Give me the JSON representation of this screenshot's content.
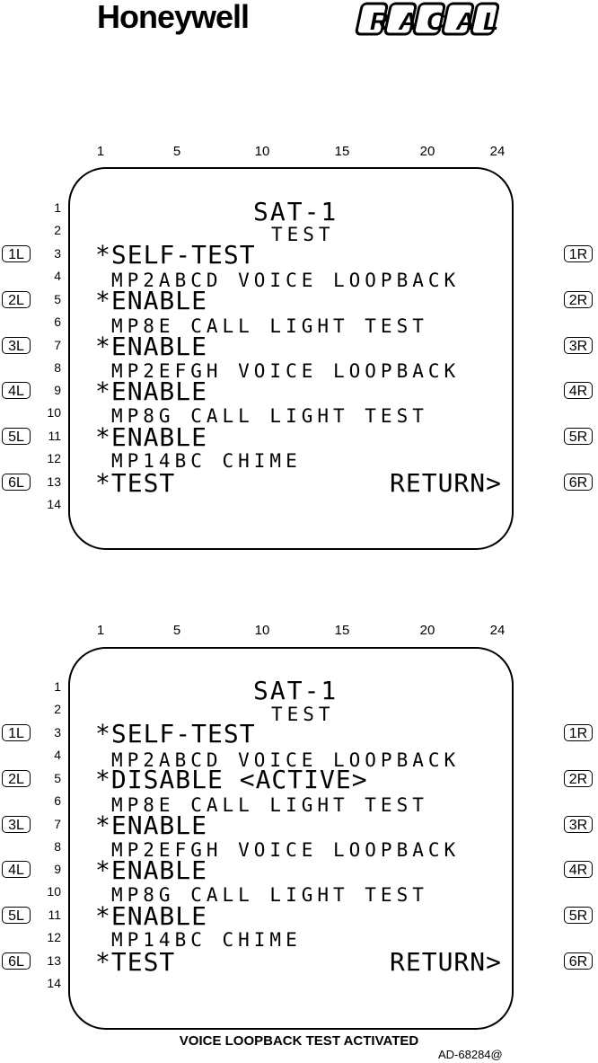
{
  "logos": {
    "left": "Honeywell",
    "right": "RACAL"
  },
  "column_numbers": [
    "1",
    "5",
    "10",
    "15",
    "20",
    "24"
  ],
  "row_numbers": [
    "1",
    "2",
    "3",
    "4",
    "5",
    "6",
    "7",
    "8",
    "9",
    "10",
    "11",
    "12",
    "13",
    "14"
  ],
  "left_keys": [
    "1L",
    "2L",
    "3L",
    "4L",
    "5L",
    "6L"
  ],
  "right_keys": [
    "1R",
    "2R",
    "3R",
    "4R",
    "5R",
    "6R"
  ],
  "screen1": {
    "title": "SAT-1",
    "subtitle": "TEST",
    "l1": "*SELF-TEST",
    "s4": "MP2ABCD VOICE LOOPBACK",
    "l2": "*ENABLE",
    "s6": "MP8E CALL LIGHT TEST",
    "l3": "*ENABLE",
    "s8": "MP2EFGH VOICE LOOPBACK",
    "l4": "*ENABLE",
    "s10": "MP8G CALL LIGHT TEST",
    "l5": "*ENABLE",
    "s12": "MP14BC CHIME",
    "l6": "*TEST",
    "r6": "RETURN>"
  },
  "screen2": {
    "title": "SAT-1",
    "subtitle": "TEST",
    "l1": "*SELF-TEST",
    "s4": "MP2ABCD VOICE LOOPBACK",
    "l2": "*DISABLE <ACTIVE>",
    "s6": "MP8E CALL LIGHT TEST",
    "l3": "*ENABLE",
    "s8": "MP2EFGH VOICE LOOPBACK",
    "l4": "*ENABLE",
    "s10": "MP8G CALL LIGHT TEST",
    "l5": "*ENABLE",
    "s12": "MP14BC CHIME",
    "l6": "*TEST",
    "r6": "RETURN>"
  },
  "caption": "VOICE LOOPBACK TEST ACTIVATED",
  "doc_id": "AD-68284@"
}
